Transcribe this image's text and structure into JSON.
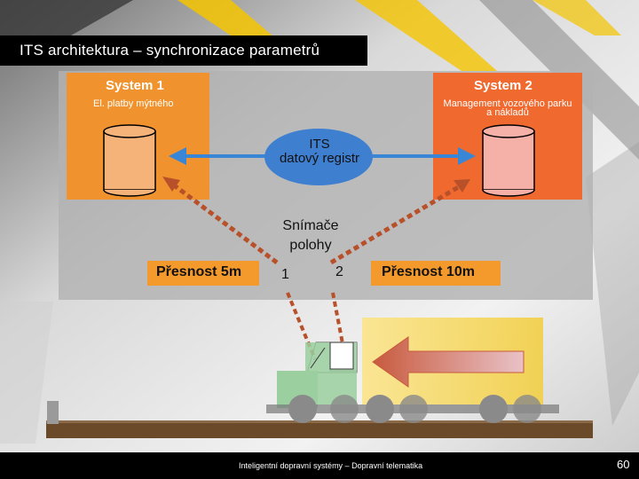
{
  "slide": {
    "title": "ITS architektura – synchronizace parametrů",
    "footer_text": "Inteligentní dopravní systémy – Dopravní telematika",
    "page_number": "60"
  },
  "system1": {
    "title": "System 1",
    "subtitle": "El. platby mýtného"
  },
  "system2": {
    "title": "System 2",
    "subtitle_line1": "Management vozového parku",
    "subtitle_line2": "a nákladů"
  },
  "registry": {
    "line1": "ITS",
    "line2": "datový registr"
  },
  "sensors": {
    "line1": "Snímače",
    "line2": "polohy",
    "sensor1": "1",
    "sensor2": "2"
  },
  "accuracy": {
    "left": "Přesnost 5m",
    "right": "Přesnost 10m"
  },
  "colors": {
    "system1": "#f0932e",
    "system2": "#f06a30",
    "registry": "#3f7fd0",
    "arrow_blue": "#3a86d6",
    "dashed_arrow": "#b8502a",
    "accuracy_box": "#f49a2c",
    "truck_cab": "#9bcfa0",
    "trailer": "#f4d24a"
  }
}
